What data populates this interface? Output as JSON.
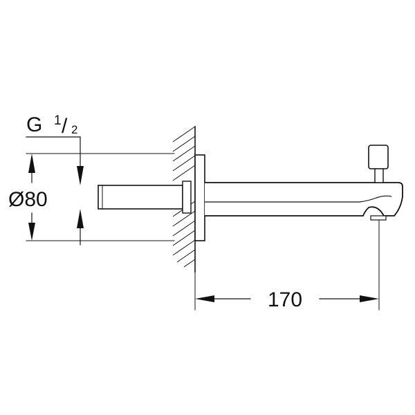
{
  "drawing": {
    "thread_label": {
      "prefix": "G",
      "numerator": "1",
      "slash": "/",
      "denominator": "2"
    },
    "diameter_label": "Ø80",
    "length_label": "170",
    "colors": {
      "line": "#111111",
      "background": "#ffffff"
    }
  }
}
